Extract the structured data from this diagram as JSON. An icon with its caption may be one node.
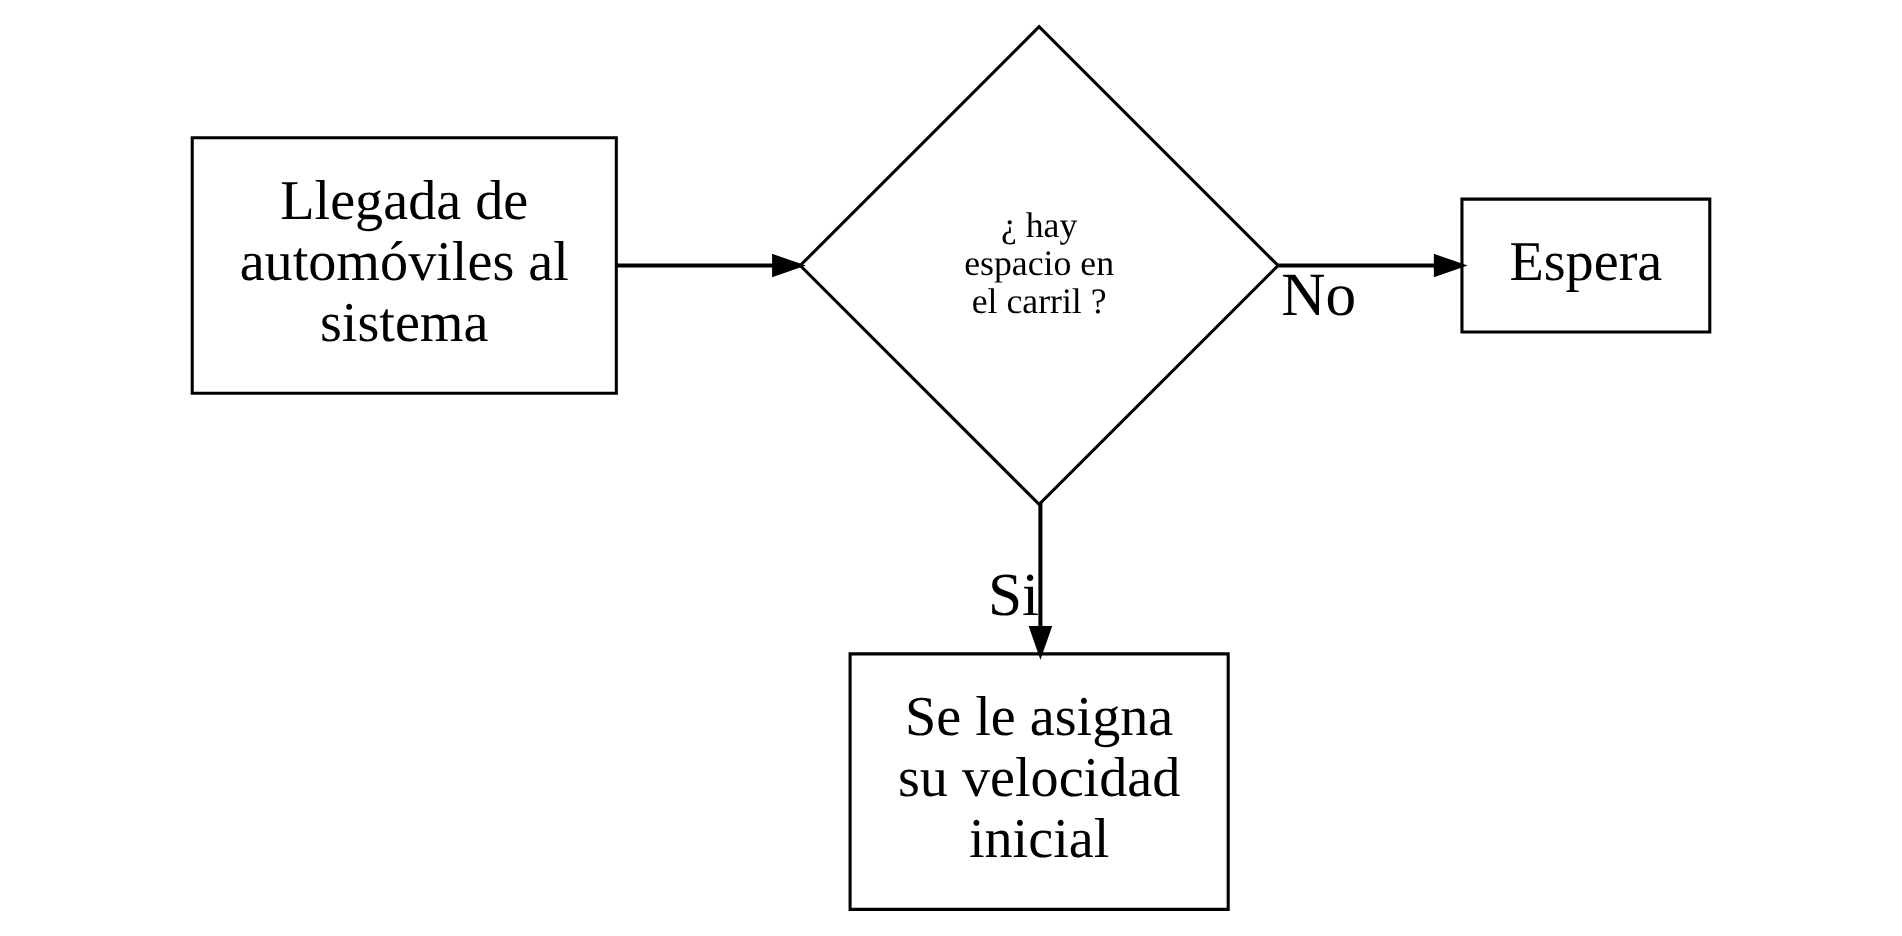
{
  "diagram": {
    "nodes": [
      {
        "text": [
          "Llegada de automóviles al sistema"
        ]
      },
      {
        "text": [
          "¿ hay espacio en el carril ?"
        ]
      },
      {
        "text": [
          "Espera"
        ]
      },
      {
        "text": [
          "Se le asigna su velocidad inicial"
        ]
      }
    ],
    "edges": [
      {
        "from": 0,
        "to": 1,
        "arrow": "to"
      },
      {
        "from": 1,
        "to": 2,
        "arrow": "to",
        "label": "No"
      },
      {
        "from": 1,
        "to": 3,
        "arrow": "to",
        "label": "Si"
      }
    ]
  }
}
